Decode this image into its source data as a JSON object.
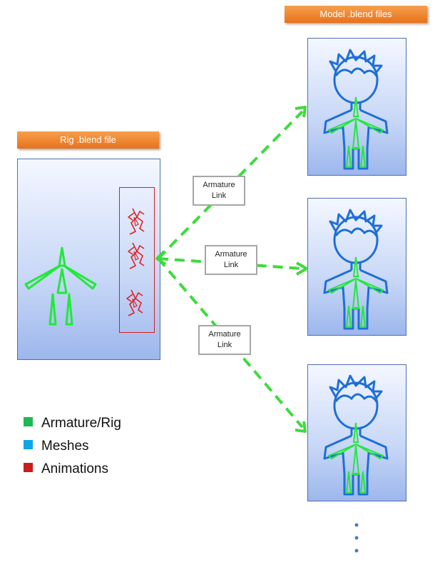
{
  "headers": {
    "rig": "Rig .blend file",
    "model": "Model .blend files"
  },
  "links": [
    {
      "line1": "Armature",
      "line2": "Link"
    },
    {
      "line1": "Armature",
      "line2": "Link"
    },
    {
      "line1": "Armature",
      "line2": "Link"
    }
  ],
  "legend": [
    {
      "label": "Armature/Rig",
      "color": "#1db954"
    },
    {
      "label": "Meshes",
      "color": "#0ea5e9"
    },
    {
      "label": "Animations",
      "color": "#c81e1e"
    }
  ],
  "colors": {
    "armature": "#22e83a",
    "mesh": "#1f6fd6",
    "animation": "#e02020",
    "arrow": "#3ddb3d",
    "header": "#e8711a"
  }
}
